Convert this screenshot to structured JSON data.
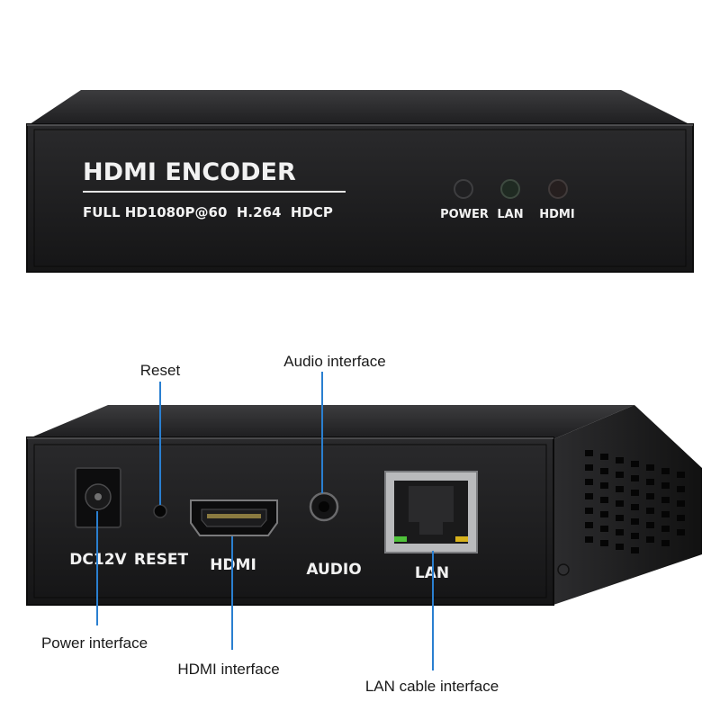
{
  "front_panel": {
    "title": "HDMI ENCODER",
    "subtitle": "FULL HD1080P@60  H.264  HDCP",
    "leds": [
      "POWER",
      "LAN",
      "HDMI"
    ]
  },
  "rear_panel": {
    "port_labels": {
      "dc": "DC12V",
      "reset": "RESET",
      "hdmi": "HDMI",
      "audio": "AUDIO",
      "lan": "LAN"
    }
  },
  "callouts": {
    "reset": "Reset",
    "audio": "Audio interface",
    "power": "Power interface",
    "hdmi": "HDMI interface",
    "lan": "LAN cable interface"
  },
  "colors": {
    "callout_line": "#2a7fd0",
    "chassis": "#1e1e20",
    "led_green": "#4fc23a",
    "led_amber": "#d8b21c"
  }
}
